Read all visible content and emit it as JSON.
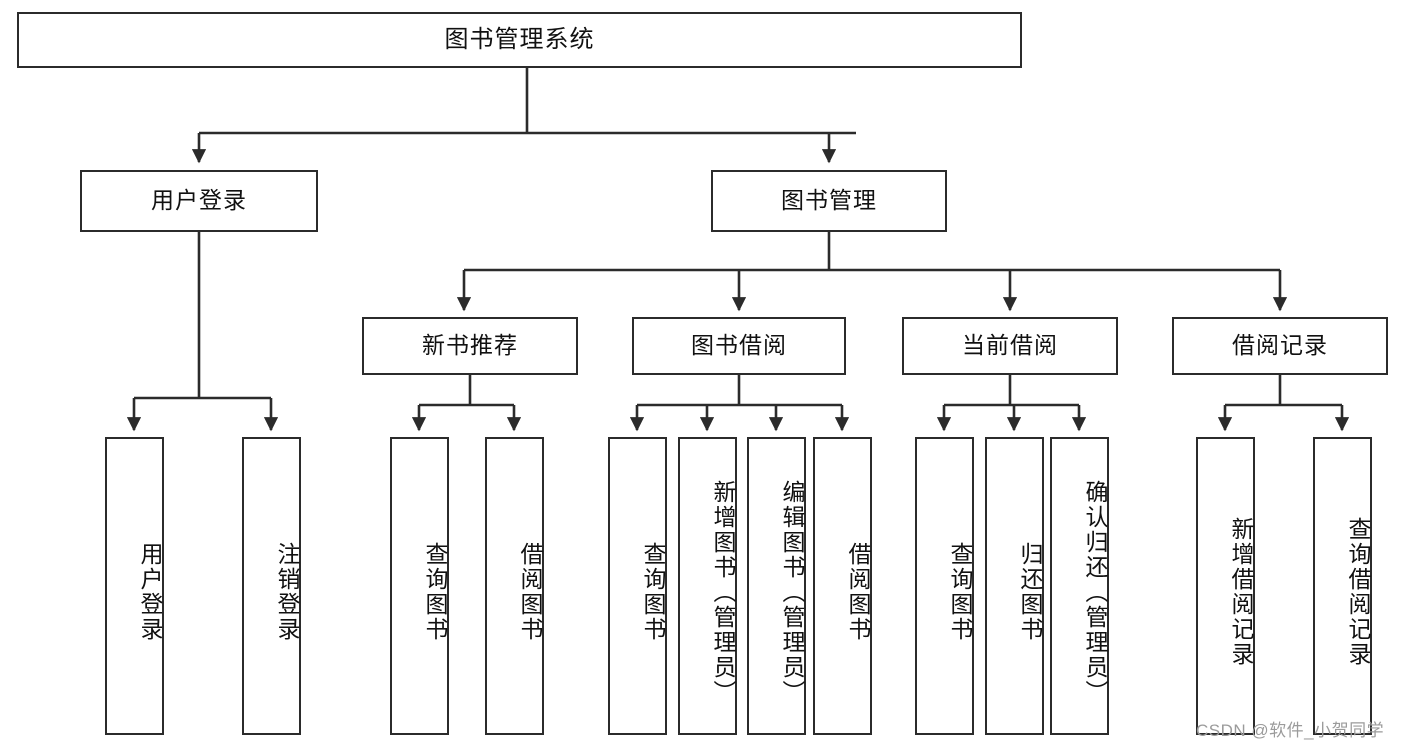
{
  "diagram": {
    "type": "tree-structure-chart",
    "title": "图书管理系统",
    "orientation": "top-down",
    "colors": {
      "box_border": "#2b2b2b",
      "box_fill": "#ffffff",
      "connector": "#2b2b2b",
      "text": "#111111",
      "watermark": "#9b9b9b"
    }
  },
  "nodes": {
    "root": {
      "label": "图书管理系统"
    },
    "level1": [
      {
        "label": "用户登录"
      },
      {
        "label": "图书管理"
      }
    ],
    "level2": [
      {
        "label": "新书推荐"
      },
      {
        "label": "图书借阅"
      },
      {
        "label": "当前借阅"
      },
      {
        "label": "借阅记录"
      }
    ],
    "leaves": {
      "user_login": [
        {
          "label": "用户登录"
        },
        {
          "label": "注销登录"
        }
      ],
      "new_book_recommend": [
        {
          "label": "查询图书"
        },
        {
          "label": "借阅图书"
        }
      ],
      "book_borrow": [
        {
          "label": "查询图书"
        },
        {
          "label": "新增图书（管理员）"
        },
        {
          "label": "编辑图书（管理员）"
        },
        {
          "label": "借阅图书"
        }
      ],
      "current_borrow": [
        {
          "label": "查询图书"
        },
        {
          "label": "归还图书"
        },
        {
          "label": "确认归还（管理员）"
        }
      ],
      "borrow_record": [
        {
          "label": "新增借阅记录"
        },
        {
          "label": "查询借阅记录"
        }
      ]
    }
  },
  "watermark": {
    "text": "CSDN @软件_小贺同学"
  }
}
